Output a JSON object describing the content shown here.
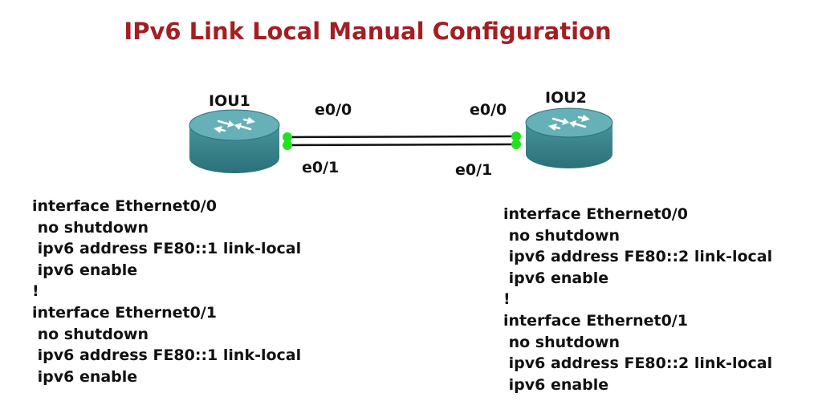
{
  "title": "IPv6 Link Local Manual Configuration",
  "colors": {
    "title": "#a41e22",
    "router_body": "#3b8a93",
    "router_top": "#5aa9b1",
    "link_dot": "#22e022",
    "link_line": "#111111"
  },
  "routers": [
    {
      "name": "IOU1",
      "ports": {
        "top": "e0/0",
        "bottom": "e0/1"
      },
      "config": [
        "interface Ethernet0/0",
        " no shutdown",
        " ipv6 address FE80::1 link-local",
        " ipv6 enable",
        "!",
        "interface Ethernet0/1",
        " no shutdown",
        " ipv6 address FE80::1 link-local",
        " ipv6 enable"
      ]
    },
    {
      "name": "IOU2",
      "ports": {
        "top": "e0/0",
        "bottom": "e0/1"
      },
      "config": [
        "interface Ethernet0/0",
        " no shutdown",
        " ipv6 address FE80::2 link-local",
        " ipv6 enable",
        "!",
        "interface Ethernet0/1",
        " no shutdown",
        " ipv6 address FE80::2 link-local",
        " ipv6 enable"
      ]
    }
  ]
}
